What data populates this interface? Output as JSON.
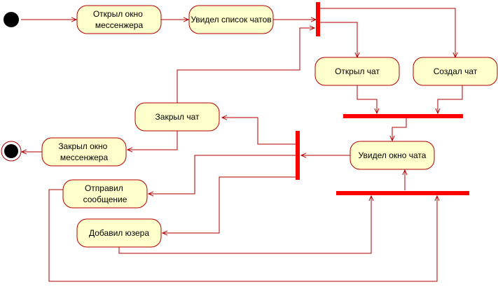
{
  "colors": {
    "node_fill": "#ffffcc",
    "node_stroke": "#b20000",
    "edge": "#b20000",
    "bar": "#ff0000",
    "terminal": "#000000"
  },
  "nodes": {
    "opened_messenger": [
      "Открыл окно",
      "мессенжера"
    ],
    "saw_chat_list": [
      "Увидел список чатов"
    ],
    "opened_chat": [
      "Открыл чат"
    ],
    "created_chat": [
      "Создал чат"
    ],
    "closed_chat": [
      "Закрыл чат"
    ],
    "closed_messenger": [
      "Закрыл окно",
      "мессенжера"
    ],
    "saw_chat_window": [
      "Увидел окно чата"
    ],
    "sent_message": [
      "Отправил",
      "сообщение"
    ],
    "added_user": [
      "Добавил юзера"
    ]
  }
}
